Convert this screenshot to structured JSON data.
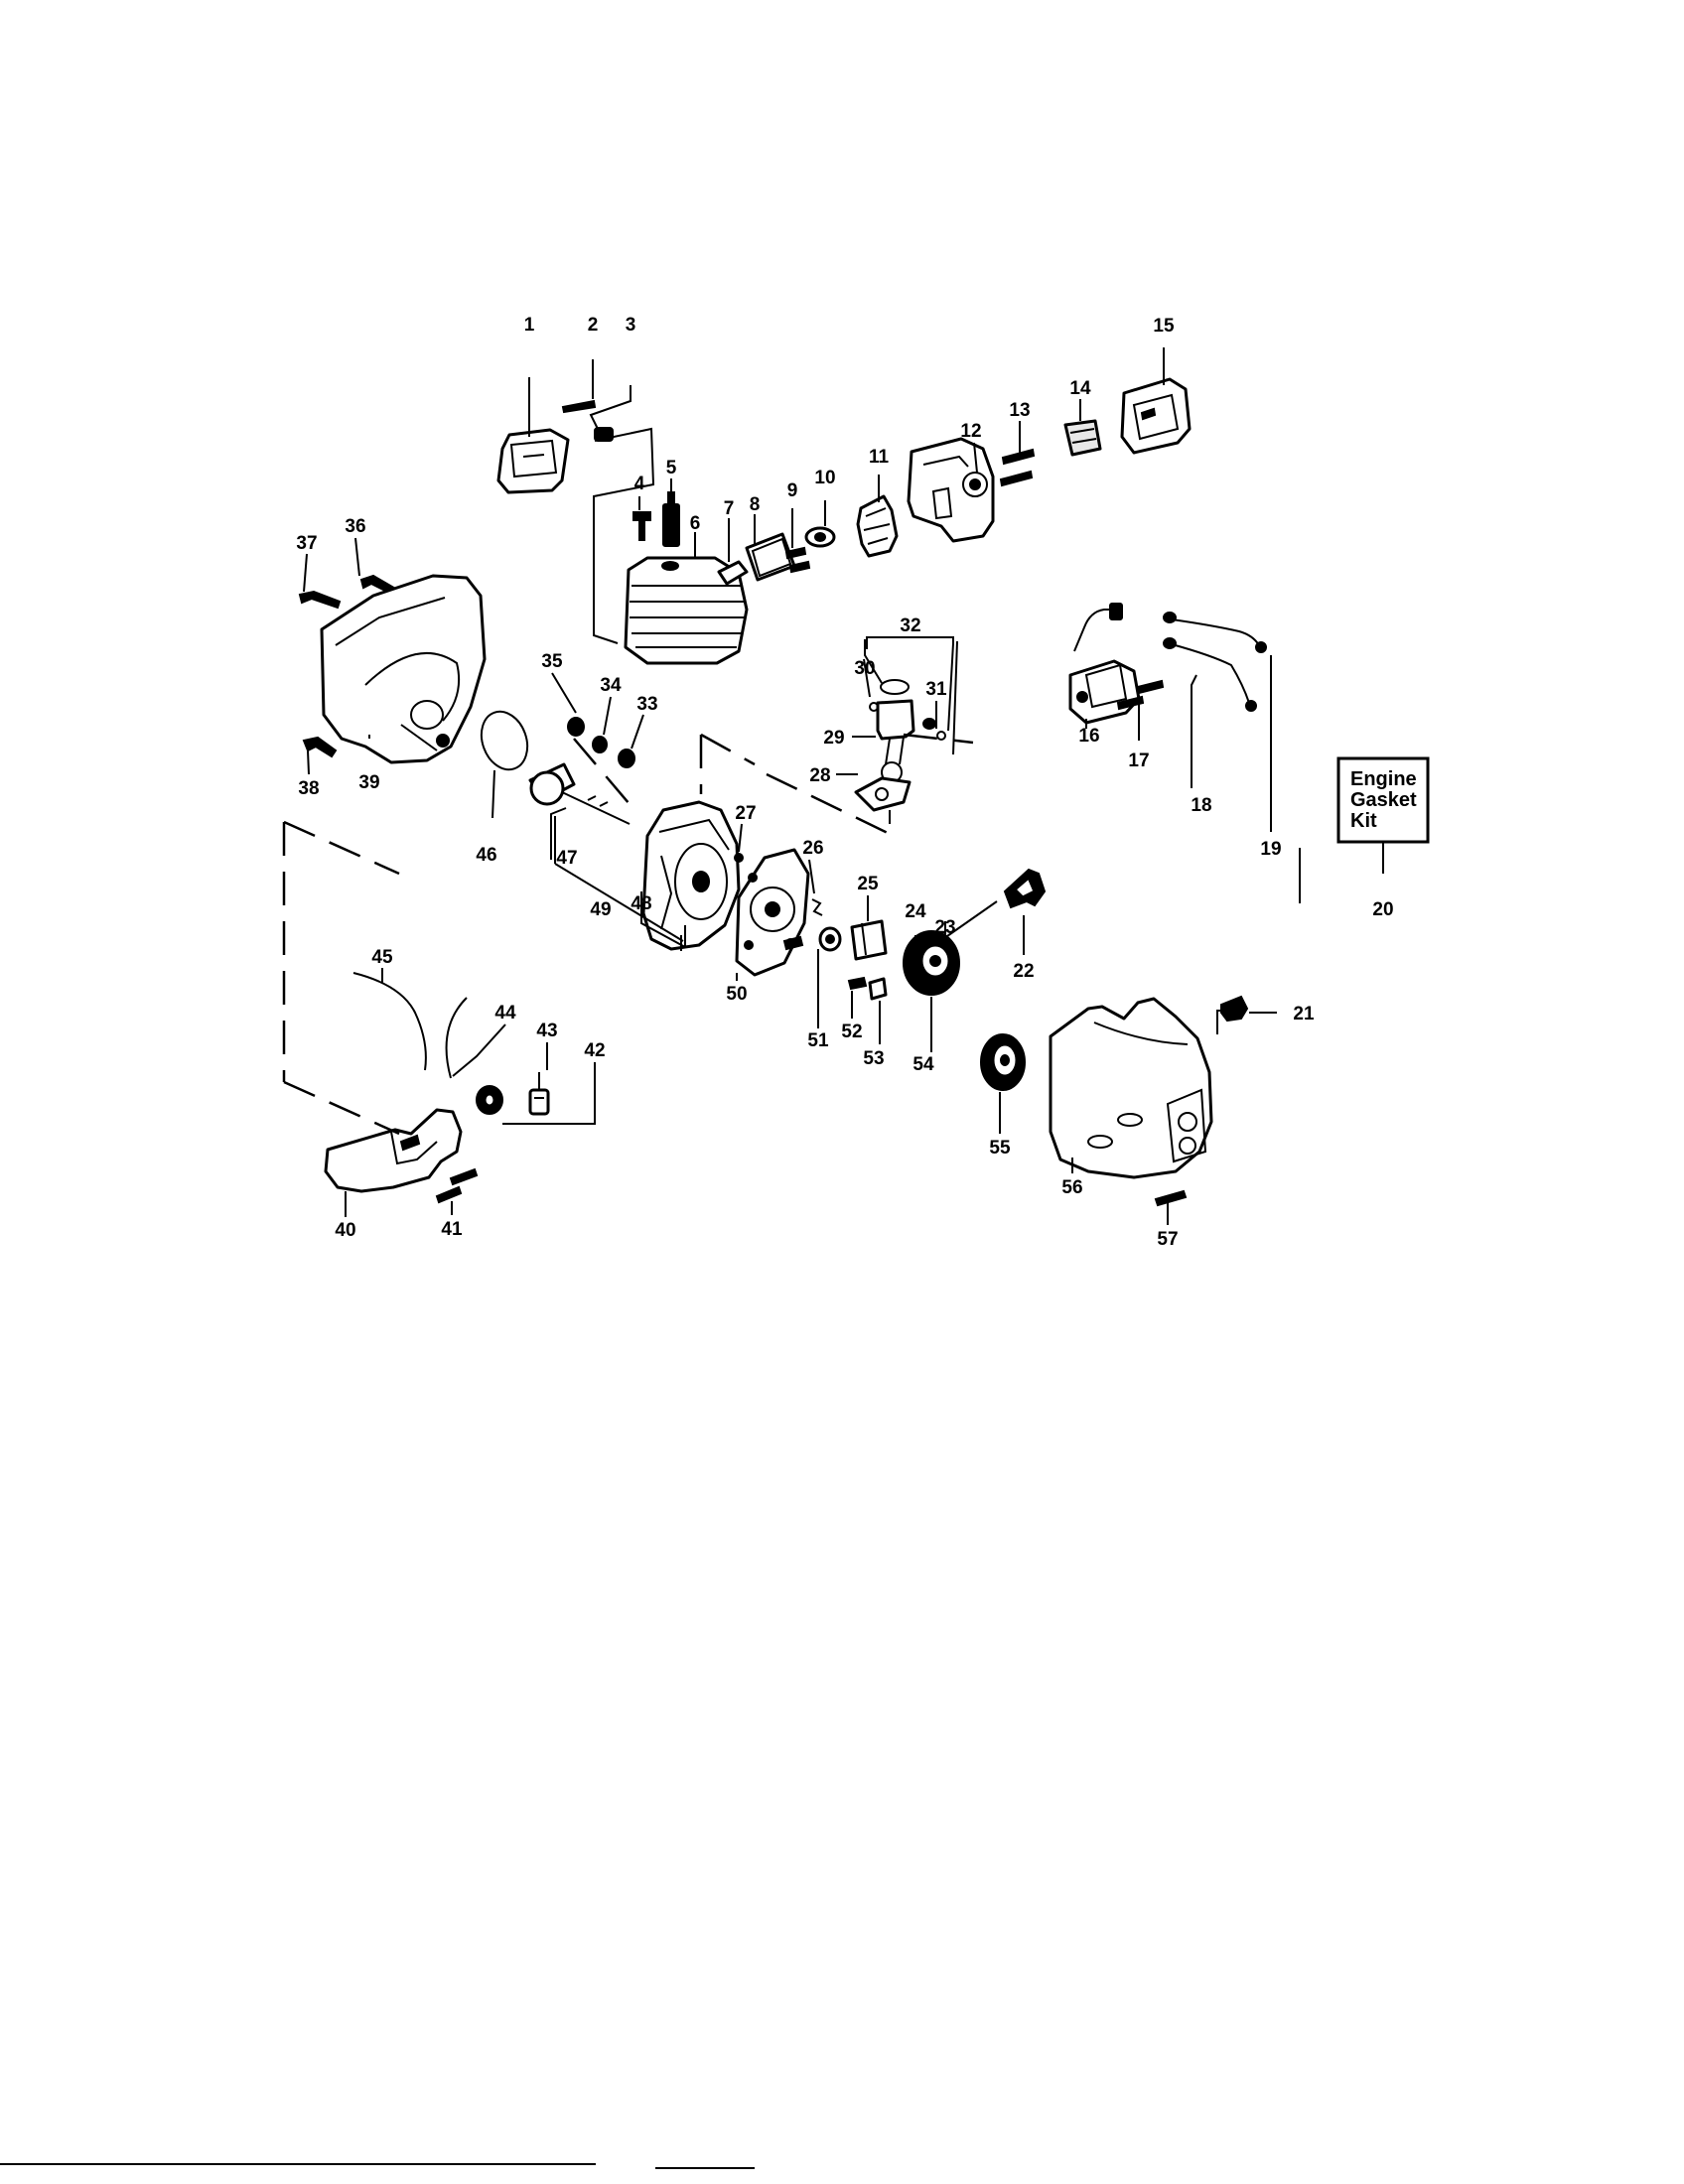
{
  "callouts": [
    "1",
    "2",
    "3",
    "4",
    "5",
    "6",
    "7",
    "8",
    "9",
    "10",
    "11",
    "12",
    "13",
    "14",
    "15",
    "16",
    "17",
    "18",
    "19",
    "20",
    "21",
    "22",
    "23",
    "24",
    "25",
    "26",
    "27",
    "28",
    "29",
    "30",
    "31",
    "32",
    "33",
    "34",
    "35",
    "36",
    "37",
    "38",
    "39",
    "40",
    "41",
    "42",
    "43",
    "44",
    "45",
    "46",
    "47",
    "48",
    "49",
    "50",
    "51",
    "52",
    "53",
    "54",
    "55",
    "56",
    "57"
  ],
  "kit_box": {
    "line1": "Engine",
    "line2": "Gasket",
    "line3": "Kit"
  },
  "colors": {
    "ink": "#000000",
    "paper": "#ffffff"
  }
}
